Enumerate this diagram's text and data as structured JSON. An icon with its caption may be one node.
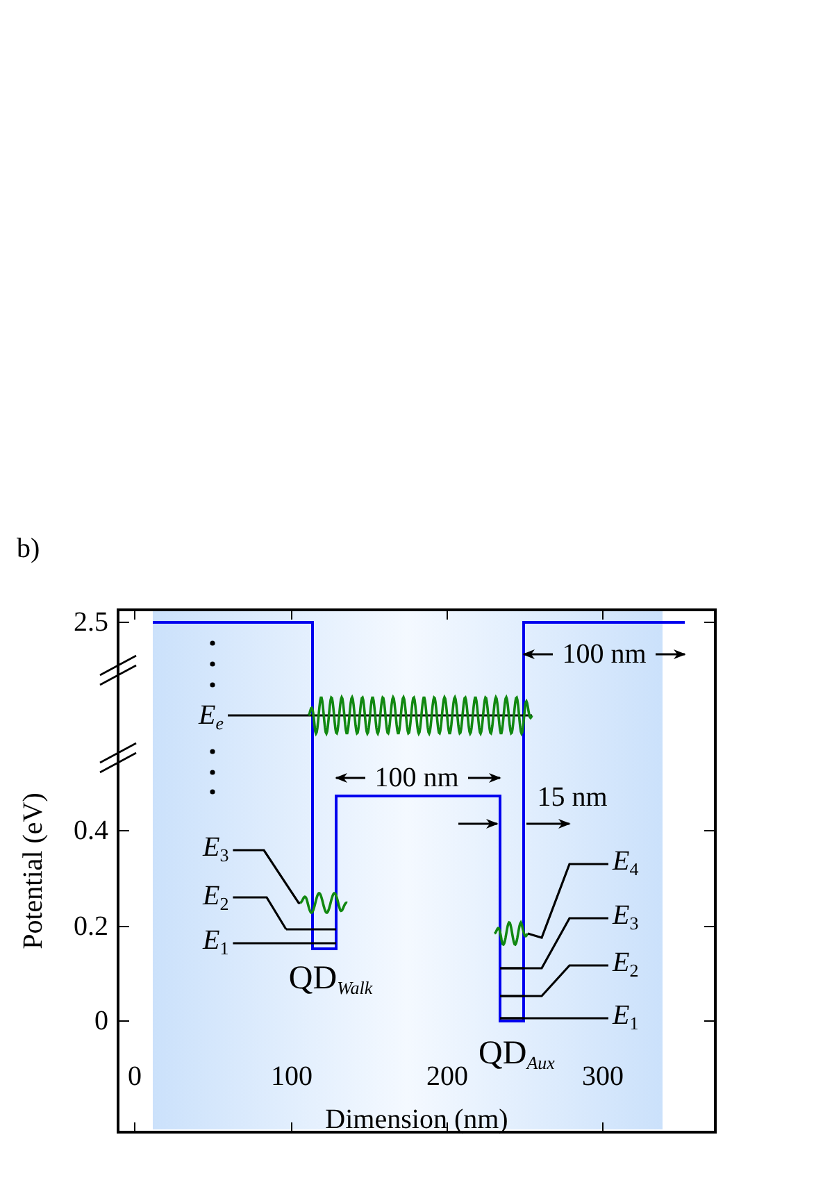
{
  "diagram": {
    "nodes": [
      {
        "text": [
          "E$_{e}$"
        ]
      },
      {
        "text": [
          "E$_{3}$"
        ]
      },
      {
        "text": [
          "E$_{2}$"
        ]
      },
      {
        "text": [
          "E$_{1}$"
        ]
      },
      {
        "text": [
          "E$_{4}$"
        ]
      },
      {
        "text": [
          "E$_{3}$"
        ]
      },
      {
        "text": [
          "E$_{2}$"
        ]
      },
      {
        "text": [
          "E$_{1}$"
        ]
      },
      {
        "text": [],
        "shape": "wave"
      },
      {
        "text": [],
        "shape": "wave"
      },
      {
        "text": [],
        "shape": "wave"
      }
    ],
    "edges": [
      {
        "from": 0,
        "to": 8,
        "arrow": "none"
      },
      {
        "from": 1,
        "to": 9,
        "arrow": "none"
      },
      {
        "from": 2,
        "to": null,
        "arrow": "none"
      },
      {
        "from": 3,
        "to": null,
        "arrow": "none"
      },
      {
        "from": 4,
        "to": 10,
        "arrow": "none"
      },
      {
        "from": 5,
        "to": null,
        "arrow": "none"
      },
      {
        "from": 6,
        "to": null,
        "arrow": "none"
      },
      {
        "from": 7,
        "to": null,
        "arrow": "none"
      }
    ],
    "labels": [
      "b)",
      "2.5",
      "0.4",
      "0.2",
      "0",
      "0",
      "100",
      "200",
      "300",
      "Dimension (nm)",
      "Potential (eV)",
      "100 nm",
      "100 nm",
      "15 nm",
      "QD$_{Walk}$",
      "QD$_{Aux}$"
    ]
  }
}
